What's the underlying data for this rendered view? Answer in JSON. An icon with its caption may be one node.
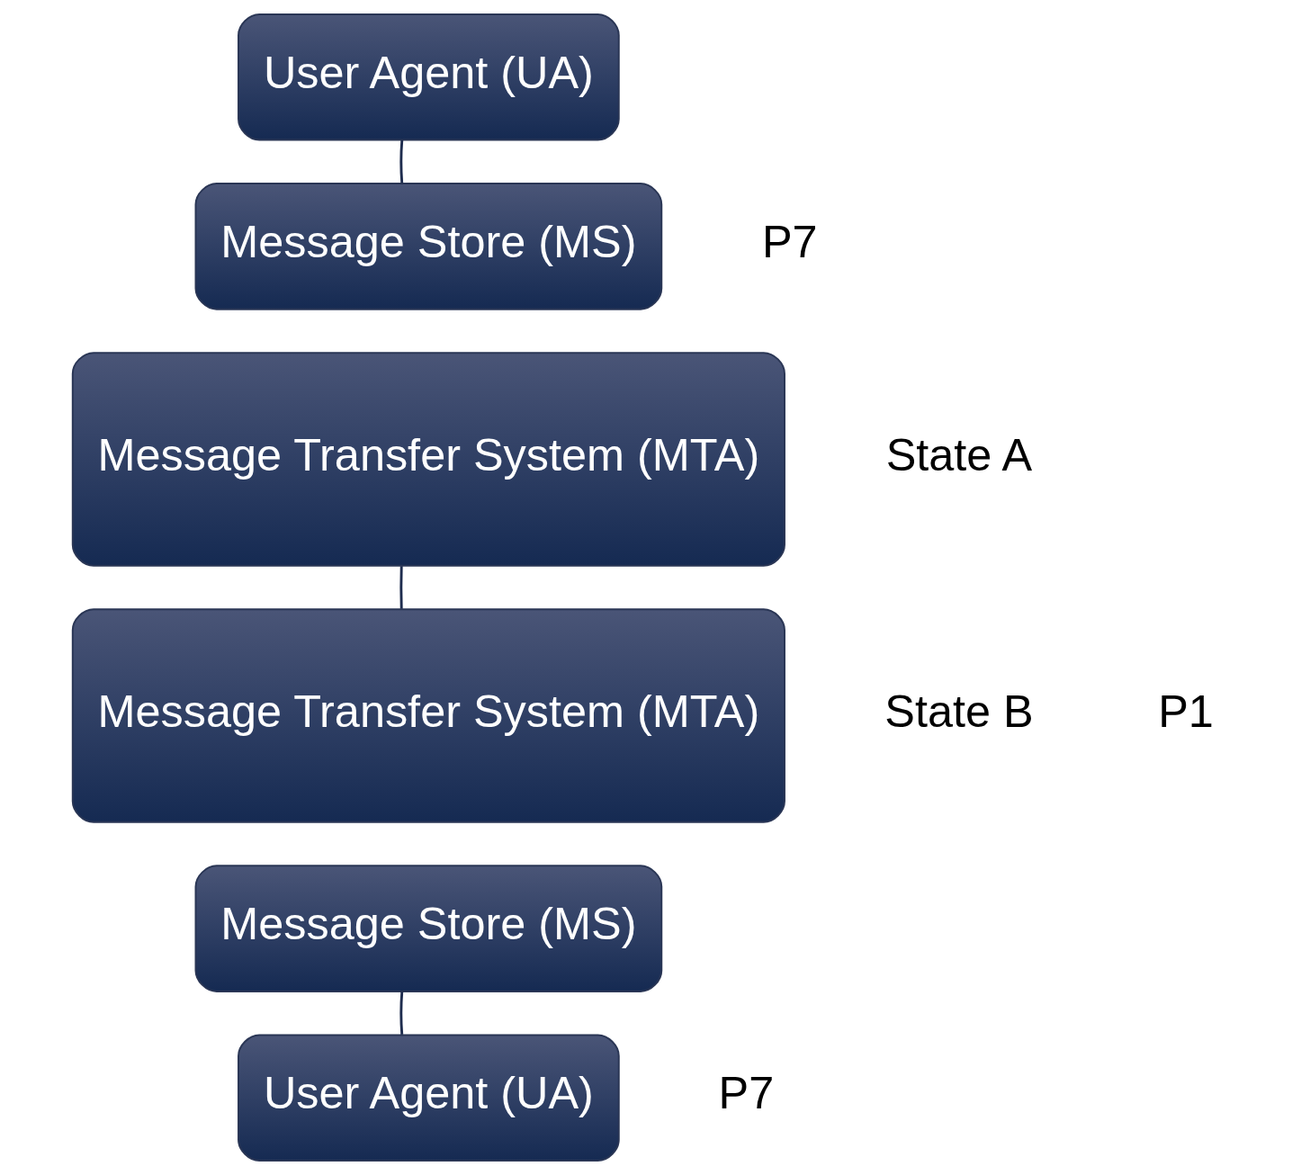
{
  "diagram": {
    "nodes": [
      {
        "text": [
          "User Agent (UA)"
        ]
      },
      {
        "text": [
          "Message Store (MS)"
        ]
      },
      {
        "text": [
          "Message Transfer System (MTA)"
        ]
      },
      {
        "text": [
          "Message Transfer System (MTA)"
        ]
      },
      {
        "text": [
          "Message Store (MS)"
        ]
      },
      {
        "text": [
          "User Agent (UA)"
        ]
      }
    ],
    "edges": [
      {
        "from": 0,
        "to": 1,
        "arrow": "none"
      },
      {
        "from": 2,
        "to": 3,
        "arrow": "none"
      },
      {
        "from": 4,
        "to": 5,
        "arrow": "none"
      }
    ],
    "labels": [
      "P7",
      "State A",
      "P1",
      "State B",
      "P7"
    ]
  }
}
